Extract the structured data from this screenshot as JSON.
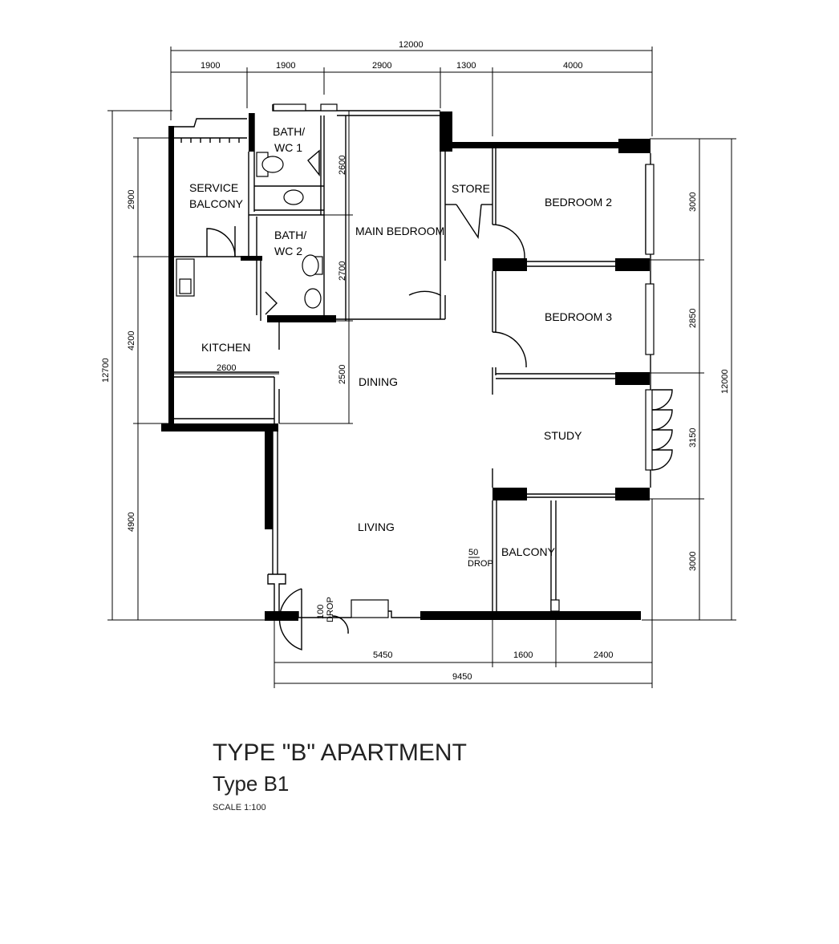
{
  "rooms": {
    "service_balcony": [
      "SERVICE",
      "BALCONY"
    ],
    "bath_wc1": [
      "BATH/",
      "WC  1"
    ],
    "bath_wc2": [
      "BATH/",
      "WC  2"
    ],
    "main_bedroom": "MAIN  BEDROOM",
    "store": "STORE",
    "bedroom2": "BEDROOM  2",
    "bedroom3": "BEDROOM  3",
    "kitchen": "KITCHEN",
    "dining": "DINING",
    "study": "STUDY",
    "living": "LIVING",
    "balcony": "BALCONY",
    "balcony_drop": [
      "50",
      "DROP"
    ],
    "door_drop": [
      "100",
      "DROP"
    ]
  },
  "dimensions": {
    "top_total": "12000",
    "top_segments": [
      "1900",
      "1900",
      "2900",
      "1300",
      "4000"
    ],
    "left_total": "12700",
    "left_segments": [
      "2900",
      "4200",
      "4900"
    ],
    "kitchen_width": "2600",
    "interior_vertical": [
      "2600",
      "2700",
      "2500"
    ],
    "right_total": "12000",
    "right_segments": [
      "3000",
      "2850",
      "3150",
      "3000"
    ],
    "bottom_segments": [
      "5450",
      "1600",
      "2400"
    ],
    "bottom_total": "9450"
  },
  "caption": {
    "title": "TYPE  \"B\"  APARTMENT",
    "subtitle": "Type  B1",
    "scale": "SCALE   1:100"
  }
}
